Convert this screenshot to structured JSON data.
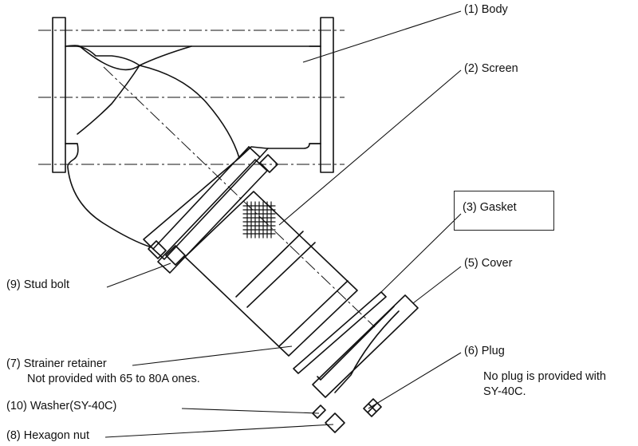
{
  "labels": {
    "body": "(1) Body",
    "screen": "(2) Screen",
    "gasket": "(3) Gasket",
    "cover": "(5) Cover",
    "plug": "(6) Plug",
    "plug_note_1": "No plug is provided with",
    "plug_note_2": "SY-40C.",
    "stud_bolt": "(9) Stud bolt",
    "strainer_retainer": "(7) Strainer retainer",
    "retainer_note": "Not provided with 65 to 80A ones.",
    "washer": "(10) Washer(SY-40C)",
    "hexagon_nut": "(8) Hexagon nut"
  }
}
